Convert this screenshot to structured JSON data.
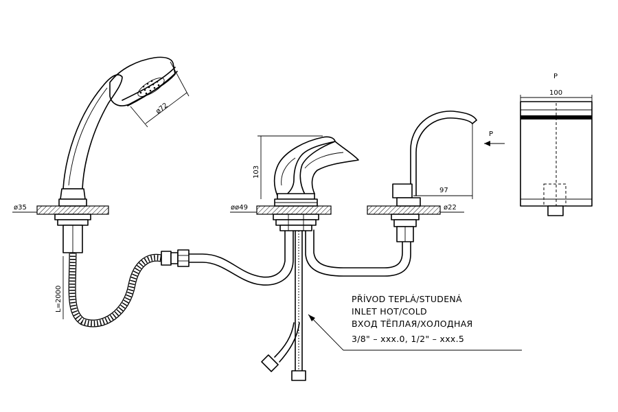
{
  "dimensions": {
    "shower_head_diameter": "ø72",
    "shower_holder_diameter": "ø35",
    "faucet_height": "103",
    "faucet_base_diameter": "øø49",
    "spout_reach": "97",
    "spout_base_diameter": "ø22",
    "hose_length": "L=2000",
    "view_width": "100"
  },
  "view_labels": {
    "arrow_label": "P",
    "side_view_label": "P"
  },
  "inlet_note": {
    "line1": "PŘÍVOD TEPLÁ/STUDENÁ",
    "line2": "INLET HOT/COLD",
    "line3": "ВХОД ТЁПЛАЯ/ХОЛОДНАЯ",
    "line4": "3/8\" – xxx.0, 1/2\" – xxx.5"
  }
}
